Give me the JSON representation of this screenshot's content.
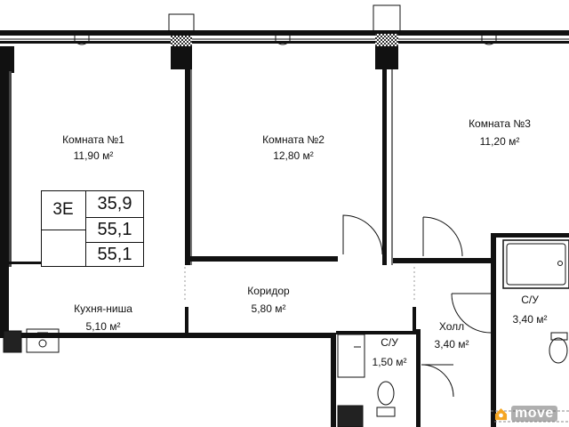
{
  "rooms": {
    "room1": {
      "name": "Комната №1",
      "area": "11,90 м²"
    },
    "room2": {
      "name": "Комната №2",
      "area": "12,80 м²"
    },
    "room3": {
      "name": "Комната №3",
      "area": "11,20 м²"
    },
    "kitchen": {
      "name": "Кухня-ниша",
      "area": "5,10 м²"
    },
    "corridor": {
      "name": "Коридор",
      "area": "5,80 м²"
    },
    "bath_small": {
      "name": "С/У",
      "area": "1,50 м²"
    },
    "hall": {
      "name": "Холл",
      "area": "3,40 м²"
    },
    "bath_large": {
      "name": "С/У",
      "area": "3,40 м²"
    }
  },
  "code_table": {
    "code": "3Е",
    "values": [
      "35,9",
      "55,1",
      "55,1"
    ]
  },
  "watermark": {
    "text": "move",
    "color": "#f5a623"
  },
  "colors": {
    "wall": "#111111",
    "column_hatch": "#444444",
    "background": "#ffffff"
  }
}
